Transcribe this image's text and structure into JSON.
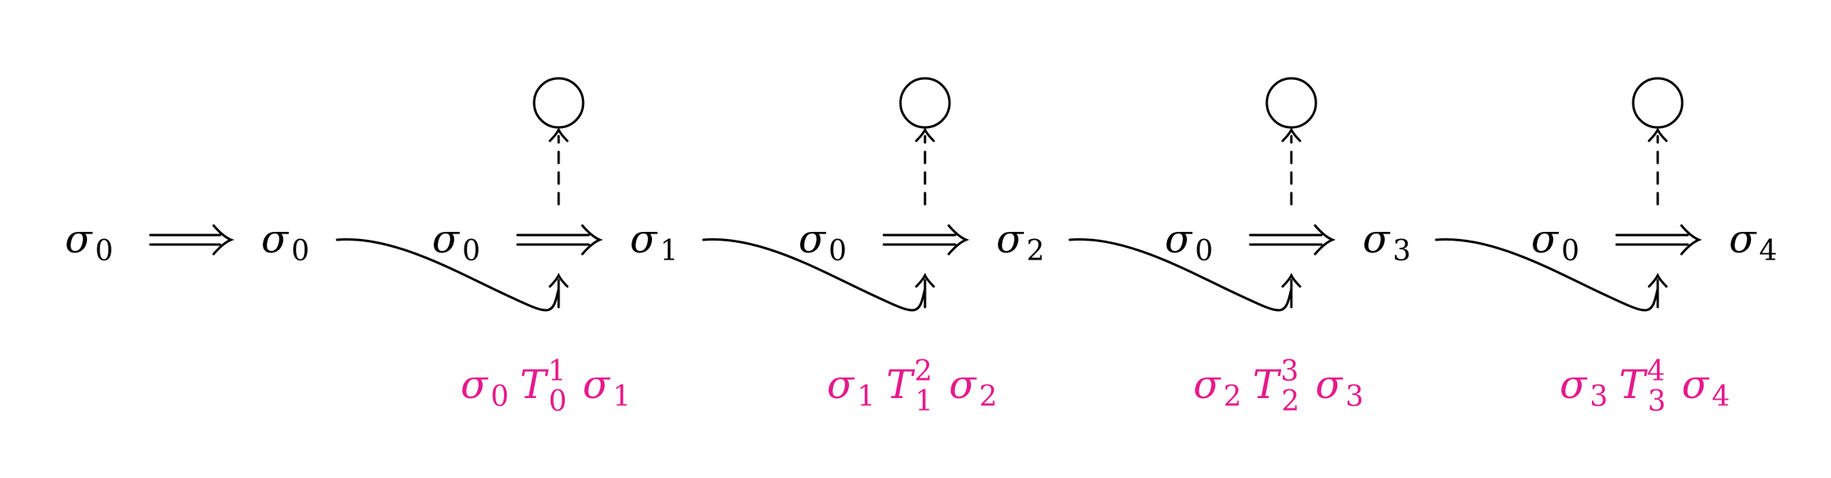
{
  "colors": {
    "ink": "#000000",
    "accent": "#e6198c",
    "background": "#ffffff"
  },
  "icons": {
    "implies_arrow": "double-right-arrow-icon",
    "target_node": "circle-node-icon",
    "curved_arrow": "curved-up-arrow-icon",
    "dashed_arrow": "dashed-up-arrow-icon"
  },
  "diagram": {
    "initial_step": {
      "left": {
        "symbol": "σ",
        "sub": "0"
      },
      "right": {
        "symbol": "σ",
        "sub": "0"
      }
    },
    "steps": [
      {
        "left": {
          "symbol": "σ",
          "sub": "0"
        },
        "right": {
          "symbol": "σ",
          "sub": "1"
        },
        "label": {
          "pre": "σ",
          "pre_sub": "0",
          "T": "T",
          "T_sub": "0",
          "T_sup": "1",
          "post": "σ",
          "post_sub": "1"
        }
      },
      {
        "left": {
          "symbol": "σ",
          "sub": "0"
        },
        "right": {
          "symbol": "σ",
          "sub": "2"
        },
        "label": {
          "pre": "σ",
          "pre_sub": "1",
          "T": "T",
          "T_sub": "1",
          "T_sup": "2",
          "post": "σ",
          "post_sub": "2"
        }
      },
      {
        "left": {
          "symbol": "σ",
          "sub": "0"
        },
        "right": {
          "symbol": "σ",
          "sub": "3"
        },
        "label": {
          "pre": "σ",
          "pre_sub": "2",
          "T": "T",
          "T_sub": "2",
          "T_sup": "3",
          "post": "σ",
          "post_sub": "3"
        }
      },
      {
        "left": {
          "symbol": "σ",
          "sub": "0"
        },
        "right": {
          "symbol": "σ",
          "sub": "4"
        },
        "label": {
          "pre": "σ",
          "pre_sub": "3",
          "T": "T",
          "T_sub": "3",
          "T_sup": "4",
          "post": "σ",
          "post_sub": "4"
        }
      }
    ]
  }
}
